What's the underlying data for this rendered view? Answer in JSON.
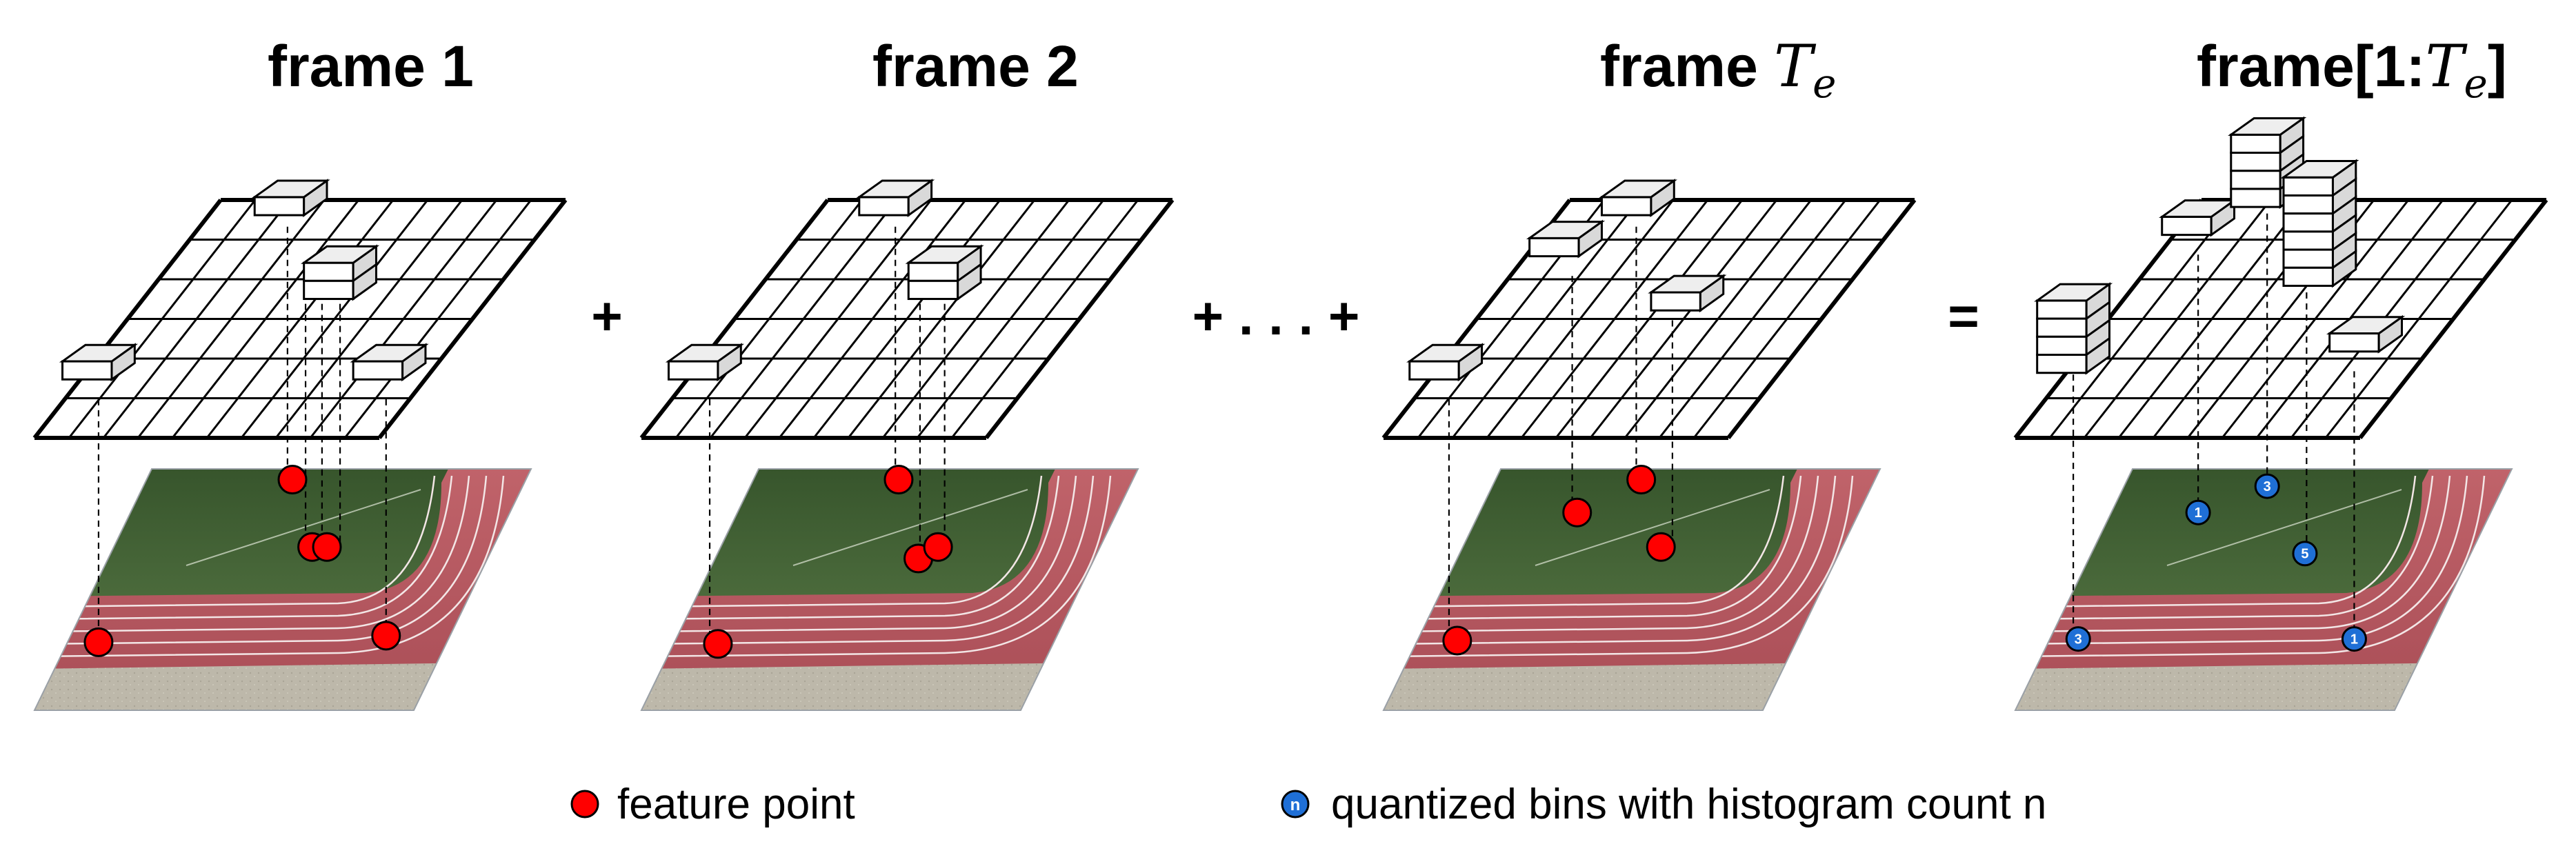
{
  "panels": [
    {
      "id": "frame-1",
      "title_main": "frame 1",
      "title_sub": ""
    },
    {
      "id": "frame-2",
      "title_main": "frame 2",
      "title_sub": ""
    },
    {
      "id": "frame-te",
      "title_main": "frame ",
      "title_sub": "T",
      "title_sub_subscript": "e"
    },
    {
      "id": "frame-sum",
      "title_main": "frame[1:",
      "title_sub": "T",
      "title_sub_subscript": "e",
      "title_close": "]"
    }
  ],
  "operators": {
    "plus1": "+",
    "plus_dots": "+ . . . +",
    "equals": "="
  },
  "bin_counts": [
    "3",
    "1",
    "3",
    "5",
    "1"
  ],
  "legend": {
    "feature_point": "feature point",
    "quantized_bins": "quantized bins with histogram count n",
    "bin_symbol": "n"
  },
  "colors": {
    "feature_point": "#ff0000",
    "histogram_bin": "#1f6fd6",
    "grid_line": "#000000",
    "bar_face": "#ffffff",
    "bar_side": "#d9d9d9",
    "field_grass": "#4a6b3a",
    "track": "#b5525a"
  }
}
